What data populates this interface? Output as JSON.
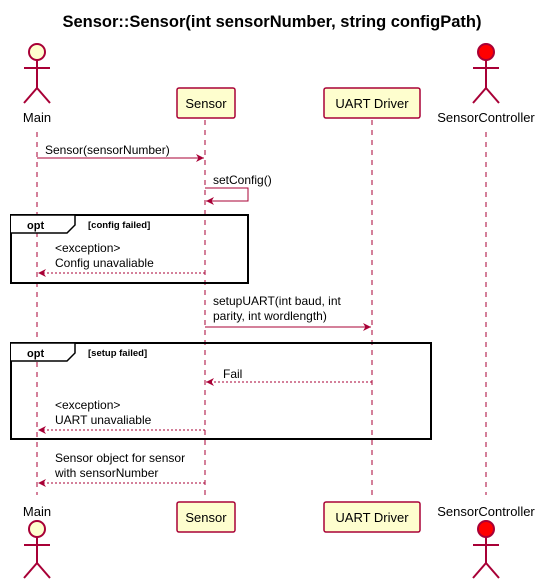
{
  "title": "Sensor::Sensor(int sensorNumber, string configPath)",
  "participants": {
    "main": {
      "name": "Main",
      "kind": "actor",
      "fill": "#FEFECE"
    },
    "sensor": {
      "name": "Sensor",
      "kind": "participant"
    },
    "uart": {
      "name": "UART Driver",
      "kind": "participant"
    },
    "controller": {
      "name": "SensorController",
      "kind": "actor",
      "fill": "#FF0000"
    }
  },
  "messages": {
    "m1": {
      "lines": [
        "Sensor(sensorNumber)"
      ],
      "from": "main",
      "to": "sensor",
      "style": "solid"
    },
    "m2": {
      "lines": [
        "setConfig()"
      ],
      "from": "sensor",
      "to": "sensor",
      "style": "solid"
    },
    "m3": {
      "lines": [
        "<exception>",
        "Config unavaliable"
      ],
      "from": "sensor",
      "to": "main",
      "style": "dashed"
    },
    "m4": {
      "lines": [
        "setupUART(int baud, int",
        "parity, int wordlength)"
      ],
      "from": "sensor",
      "to": "uart",
      "style": "solid"
    },
    "m5": {
      "lines": [
        "Fail"
      ],
      "from": "uart",
      "to": "sensor",
      "style": "dashed"
    },
    "m6": {
      "lines": [
        "<exception>",
        "UART unavaliable"
      ],
      "from": "sensor",
      "to": "main",
      "style": "dashed"
    },
    "m7": {
      "lines": [
        "Sensor object for sensor",
        "with sensorNumber"
      ],
      "from": "sensor",
      "to": "main",
      "style": "dashed"
    }
  },
  "fragments": {
    "f1": {
      "operator": "opt",
      "guard": "[config failed]"
    },
    "f2": {
      "operator": "opt",
      "guard": "[setup failed]"
    }
  },
  "colors": {
    "arrow": "#A80036",
    "participant_fill": "#FEFECE",
    "participant_border": "#A80036",
    "lifeline": "#A80036"
  }
}
